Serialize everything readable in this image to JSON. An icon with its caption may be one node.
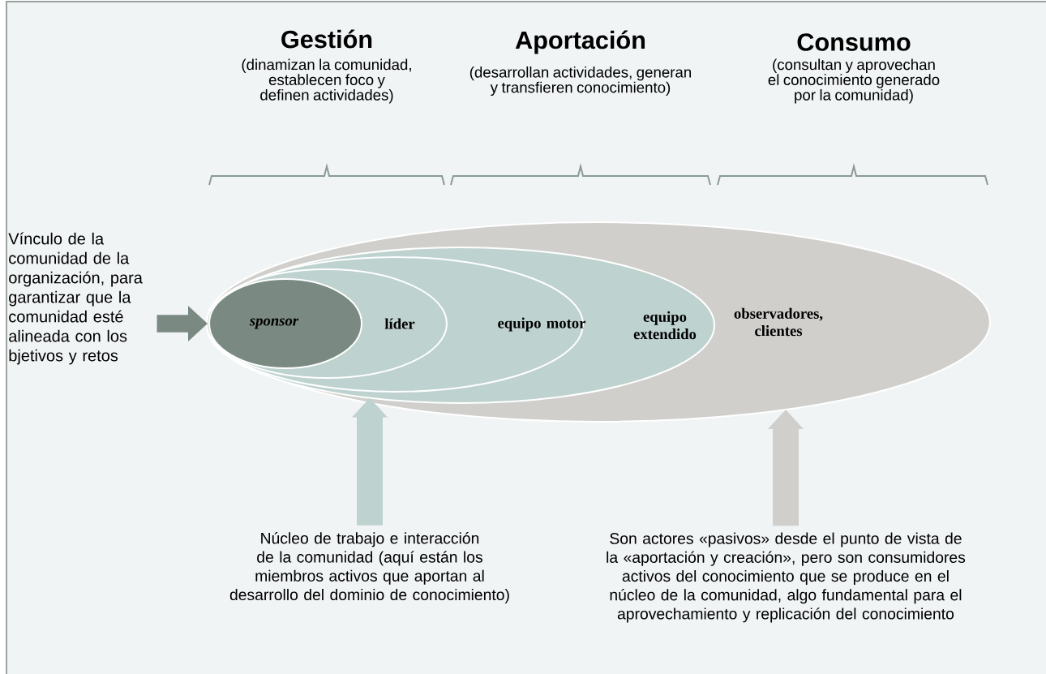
{
  "diagram": {
    "nodes": [
      {
        "text": [
          "observadores, clientes"
        ]
      },
      {
        "text": [
          "equipo extendido"
        ],
        "in": 0
      },
      {
        "text": [
          "equipo motor"
        ],
        "in": 1
      },
      {
        "text": [
          "líder"
        ],
        "in": 2
      },
      {
        "text": [
          "sponsor"
        ],
        "in": 3
      },
      {
        "text": [
          "Vínculo de la comunidad de la organización, para garantizar que la comunidad esté alineada con los bjetivos y retos"
        ]
      },
      {
        "text": [
          "Núcleo de trabajo e interacción de la comunidad (aquí están los miembros activos que aportan al desarrollo del dominio de conocimiento)"
        ]
      },
      {
        "text": [
          "Son actores «pasivos» desde el punto de vista de la «aportación y creación», pero son consumidores activos del conocimiento que se produce en el núcleo de la comunidad, algo fundamental para el aprovechamiento y replicación del conocimiento"
        ]
      }
    ],
    "edges": [
      {
        "from": 5,
        "to": 4,
        "arrow": "to",
        "color": "#7a8a82"
      },
      {
        "from": 6,
        "to": 1,
        "arrow": "to",
        "color": "#bed2cf"
      },
      {
        "from": 7,
        "to": 0,
        "arrow": "to",
        "color": "#d0cfcc"
      }
    ],
    "labels": [
      "Gestión",
      "Aportación",
      "Consumo",
      "(dinamizan la comunidad, establecen foco y definen actividades)",
      "(desarrollan actividades, generan y transfieren conocimiento)",
      "(consultan y aprovechan el conocimiento generado por la comunidad)"
    ]
  }
}
